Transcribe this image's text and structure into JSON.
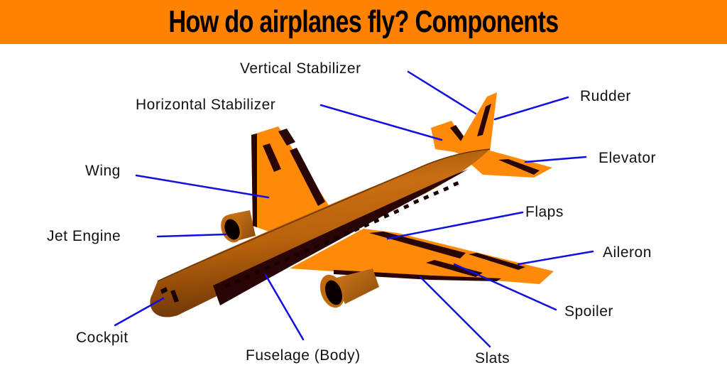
{
  "header": {
    "title": "How do airplanes fly? Components",
    "background_color": "#ff8200"
  },
  "colors": {
    "airplane_body": "#b8620c",
    "airplane_wing": "#ff8a0a",
    "control_surface": "#2a0505",
    "leader_line": "#1010e0"
  },
  "labels": {
    "vertical_stabilizer": "Vertical Stabilizer",
    "horizontal_stabilizer": "Horizontal Stabilizer",
    "rudder": "Rudder",
    "elevator": "Elevator",
    "wing": "Wing",
    "jet_engine": "Jet Engine",
    "flaps": "Flaps",
    "aileron": "Aileron",
    "spoiler": "Spoiler",
    "cockpit": "Cockpit",
    "fuselage": "Fuselage (Body)",
    "slats": "Slats"
  }
}
